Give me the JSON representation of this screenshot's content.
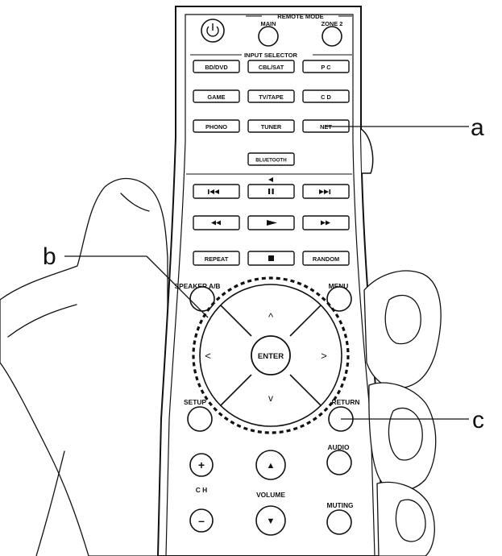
{
  "labels": {
    "remote_mode": "REMOTE MODE",
    "main": "MAIN",
    "zone2": "ZONE 2",
    "input_selector": "INPUT SELECTOR",
    "bd_dvd": "BD/DVD",
    "cbl_sat": "CBL/SAT",
    "pc": "P C",
    "game": "GAME",
    "tv_tape": "TV/TAPE",
    "cd": "C D",
    "phono": "PHONO",
    "tuner": "TUNER",
    "net": "NET",
    "bluetooth": "BLUETOOTH",
    "repeat": "REPEAT",
    "random": "RANDOM",
    "speaker_ab": "SPEAKER A/B",
    "menu": "MENU",
    "enter": "ENTER",
    "setup": "SETUP",
    "return": "RETURN",
    "audio": "AUDIO",
    "ch": "C H",
    "volume": "VOLUME",
    "muting": "MUTING"
  },
  "callouts": {
    "a": "a",
    "b": "b",
    "c": "c"
  },
  "glyphs": {
    "up": "^",
    "down": "v",
    "left": "<",
    "right": ">",
    "plus": "+",
    "minus": "–",
    "vol_up": "▲",
    "vol_down": "▼"
  },
  "icons": {
    "power": "power-icon",
    "prev": "skip-previous-icon",
    "pause": "pause-icon",
    "next": "skip-next-icon",
    "rewind": "rewind-icon",
    "play": "play-icon",
    "fast_forward": "fast-forward-icon",
    "stop": "stop-icon"
  }
}
